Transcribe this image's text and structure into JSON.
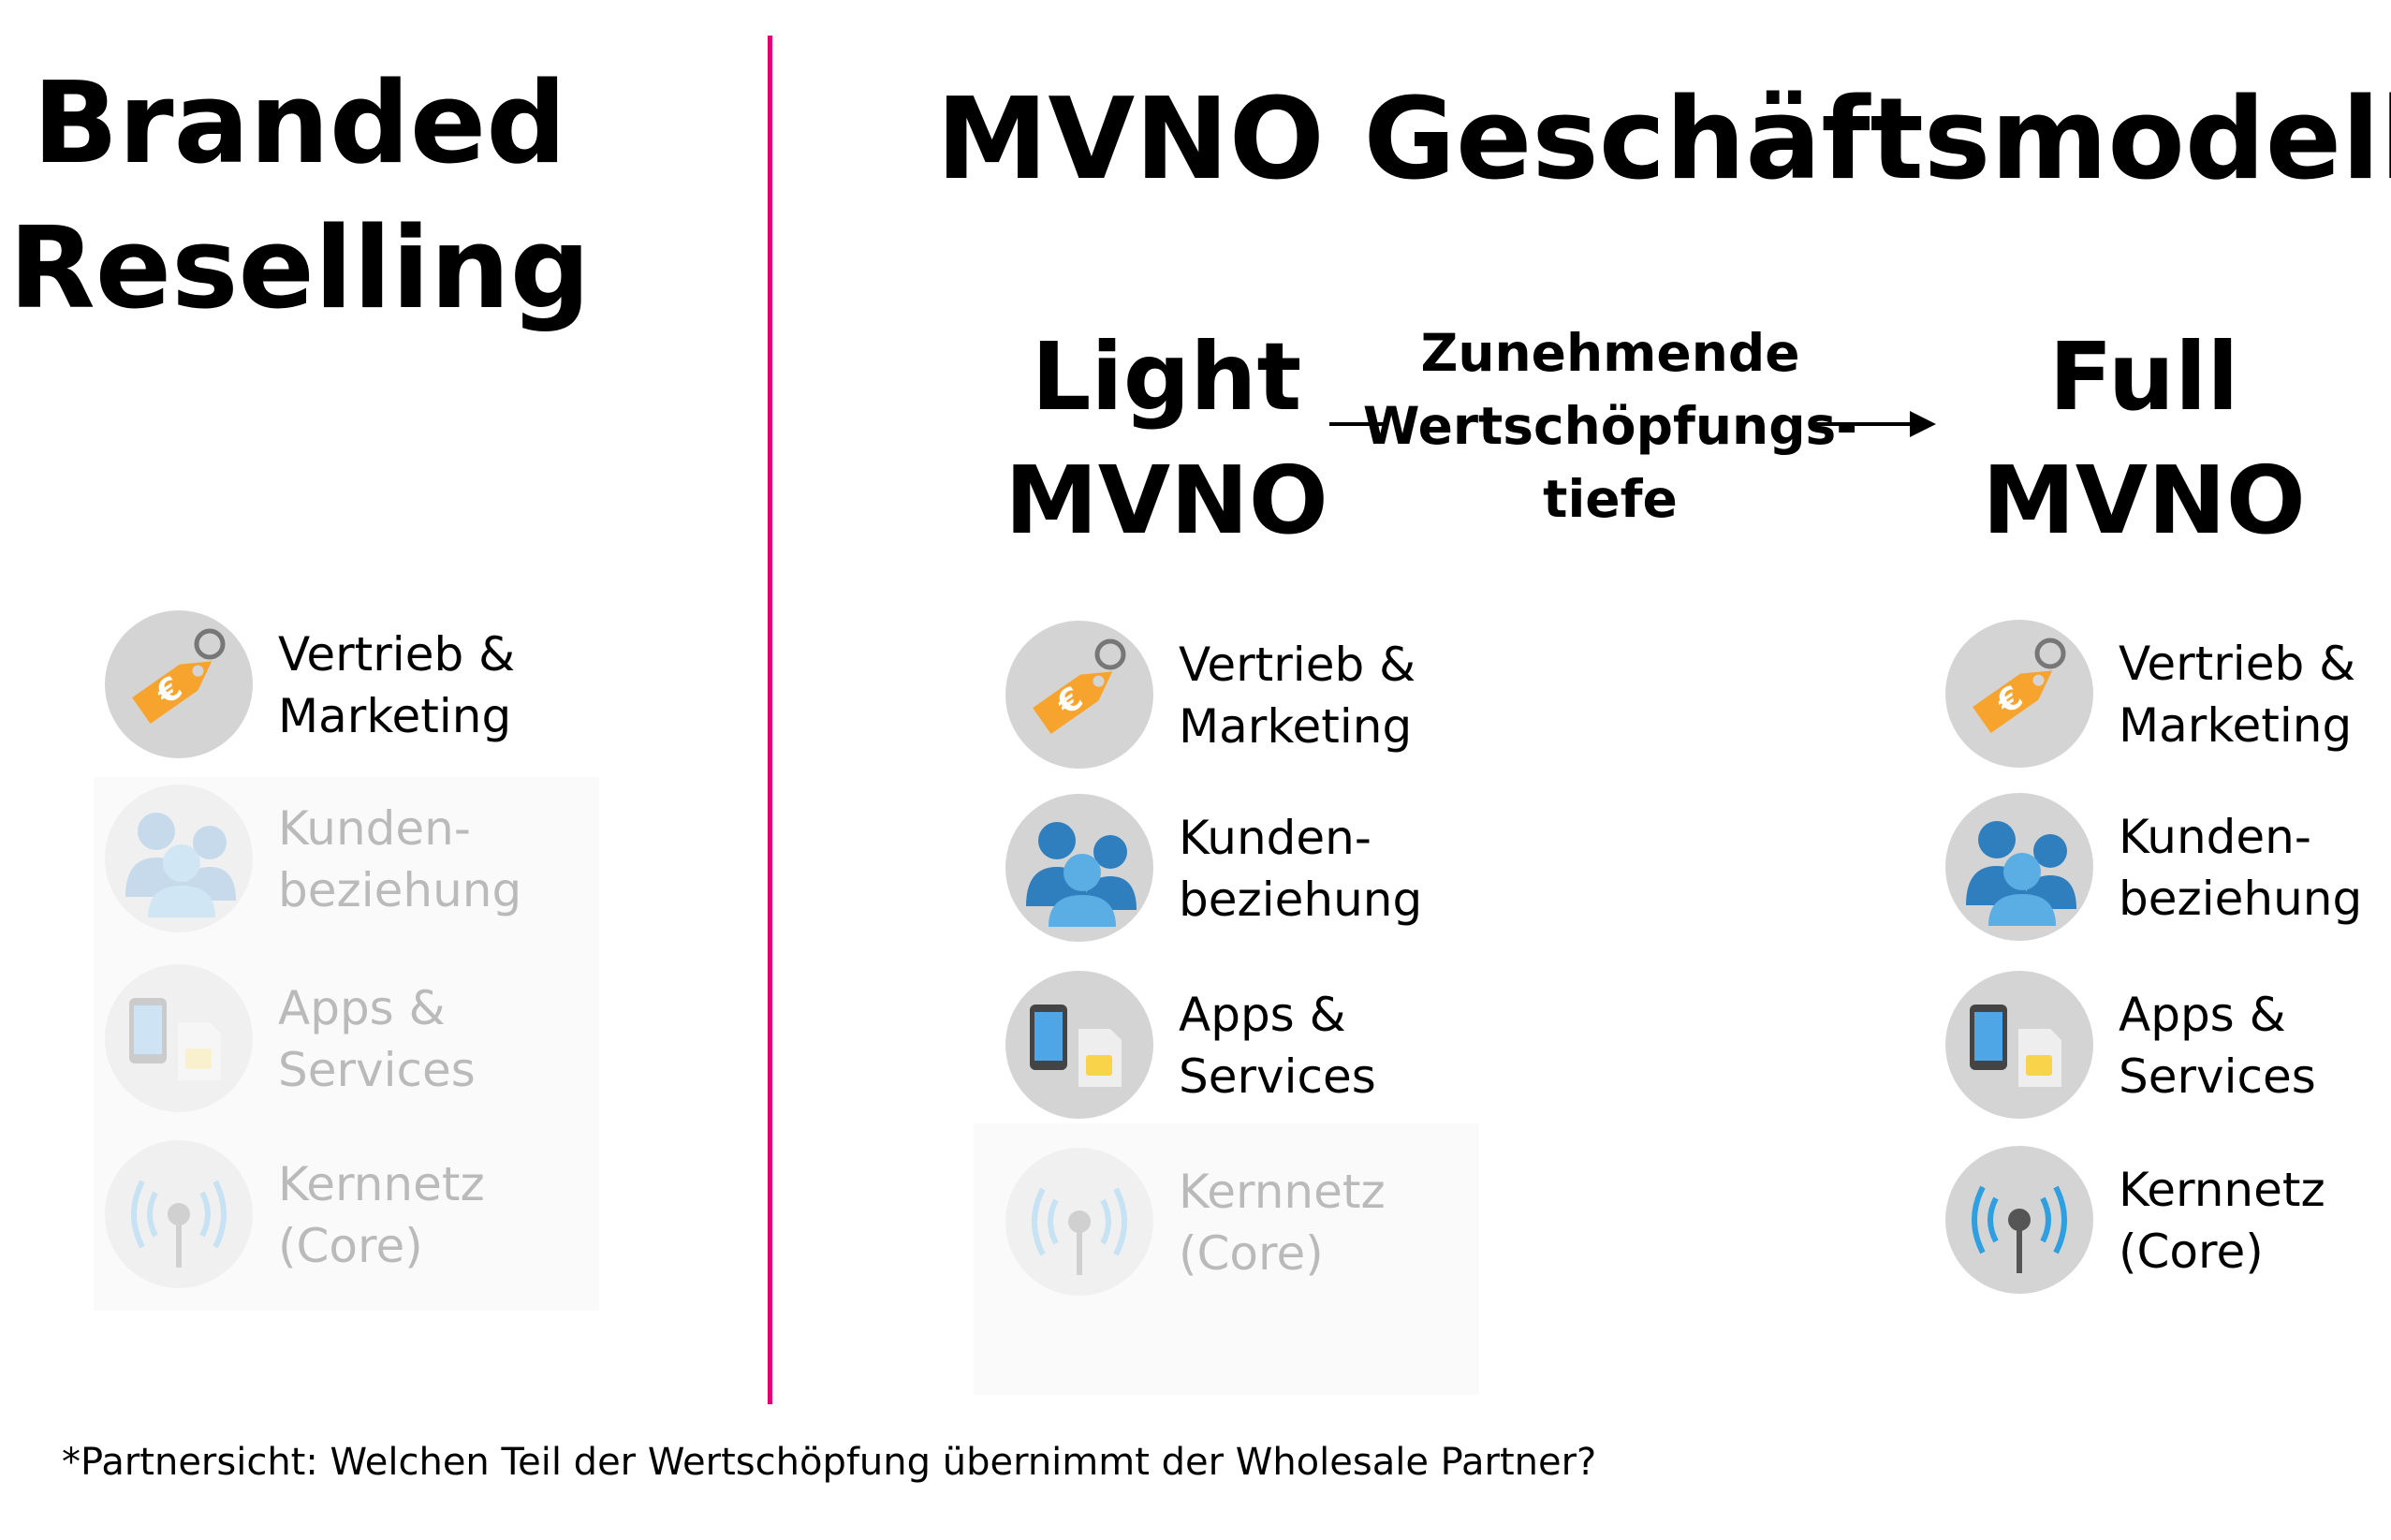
{
  "left": {
    "title_line1": "Branded",
    "title_line2": "Reselling"
  },
  "right": {
    "title": "MVNO Geschäftsmodelle",
    "light": {
      "line1": "Light",
      "line2": "MVNO"
    },
    "full": {
      "line1": "Full",
      "line2": "MVNO"
    },
    "arrow": {
      "line1": "Zunehmende",
      "line2": "Wertschöpfungs-",
      "line3": "tiefe"
    }
  },
  "value_chain": [
    {
      "line1": "Vertrieb &",
      "line2": "Marketing",
      "icon": "price-tag-euro-icon"
    },
    {
      "line1": "Kunden-",
      "line2": "beziehung",
      "icon": "people-icon"
    },
    {
      "line1": "Apps &",
      "line2": "Services",
      "icon": "phone-sim-icon"
    },
    {
      "line1": "Kernnetz",
      "line2": "(Core)",
      "icon": "antenna-icon"
    }
  ],
  "colors": {
    "divider": "#e20074",
    "tag_orange": "#f7a42e",
    "person_blue_dark": "#2f7fbf",
    "person_blue_light": "#5aaee3",
    "sim_yellow": "#f9d34a",
    "icon_bg": "#d4d4d4"
  },
  "footnote": "*Partnersicht: Welchen Teil der Wertschöpfung übernimmt der Wholesale Partner?"
}
